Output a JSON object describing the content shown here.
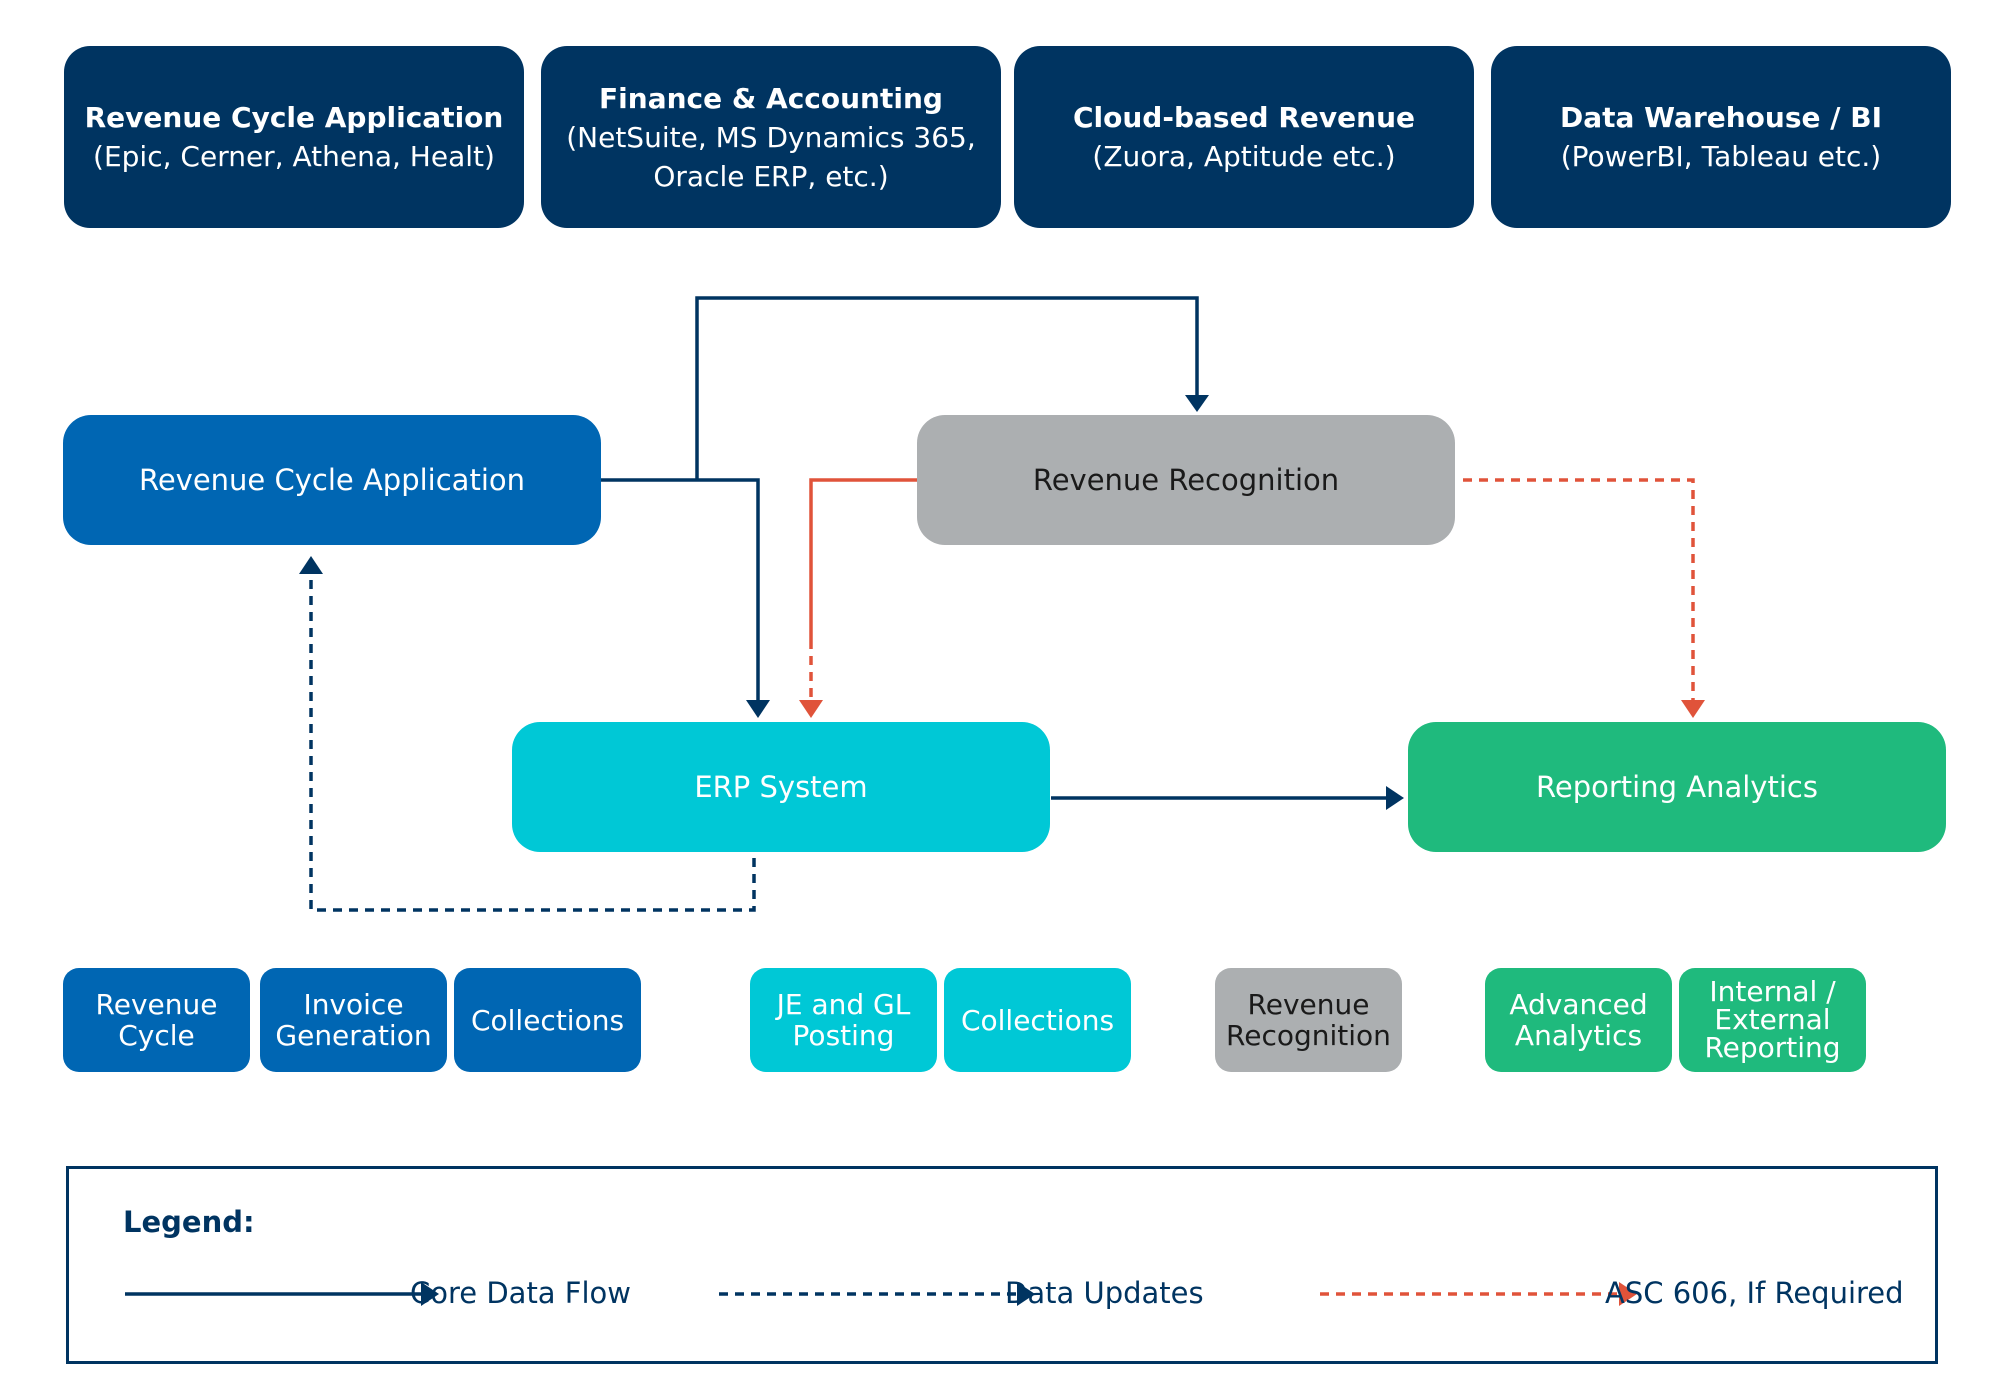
{
  "top_row": [
    {
      "title": "Revenue Cycle Application",
      "sub": [
        "(Epic, Cerner, Athena, Healt)"
      ]
    },
    {
      "title": "Finance & Accounting",
      "sub": [
        "(NetSuite, MS Dynamics 365,",
        "Oracle ERP, etc.)"
      ]
    },
    {
      "title": "Cloud-based Revenue",
      "sub": [
        "(Zuora, Aptitude etc.)"
      ]
    },
    {
      "title": "Data Warehouse / BI",
      "sub": [
        "(PowerBI, Tableau etc.)"
      ]
    }
  ],
  "nodes": {
    "revenue_cycle_app": "Revenue Cycle Application",
    "revenue_recognition": "Revenue Recognition",
    "erp_system": "ERP System",
    "reporting_analytics": "Reporting Analytics"
  },
  "modules": [
    {
      "lines": [
        "Revenue",
        "Cycle"
      ]
    },
    {
      "lines": [
        "Invoice",
        "Generation"
      ]
    },
    {
      "lines": [
        "Collections"
      ]
    },
    {
      "lines": [
        "JE and GL",
        "Posting"
      ]
    },
    {
      "lines": [
        "Collections"
      ]
    },
    {
      "lines": [
        "Revenue",
        "Recognition"
      ]
    },
    {
      "lines": [
        "Advanced",
        "Analytics"
      ]
    },
    {
      "lines": [
        "Internal /",
        "External",
        "Reporting"
      ]
    }
  ],
  "legend": {
    "title": "Legend:",
    "core": "Core Data Flow",
    "updates": "Data Updates",
    "asc": "ASC 606, If Required"
  },
  "colors": {
    "navy": "#003461",
    "blue": "#0066b3",
    "cyan": "#00c8d6",
    "gray": "#acafb1",
    "green": "#1fba7d",
    "orange": "#e0533a"
  }
}
